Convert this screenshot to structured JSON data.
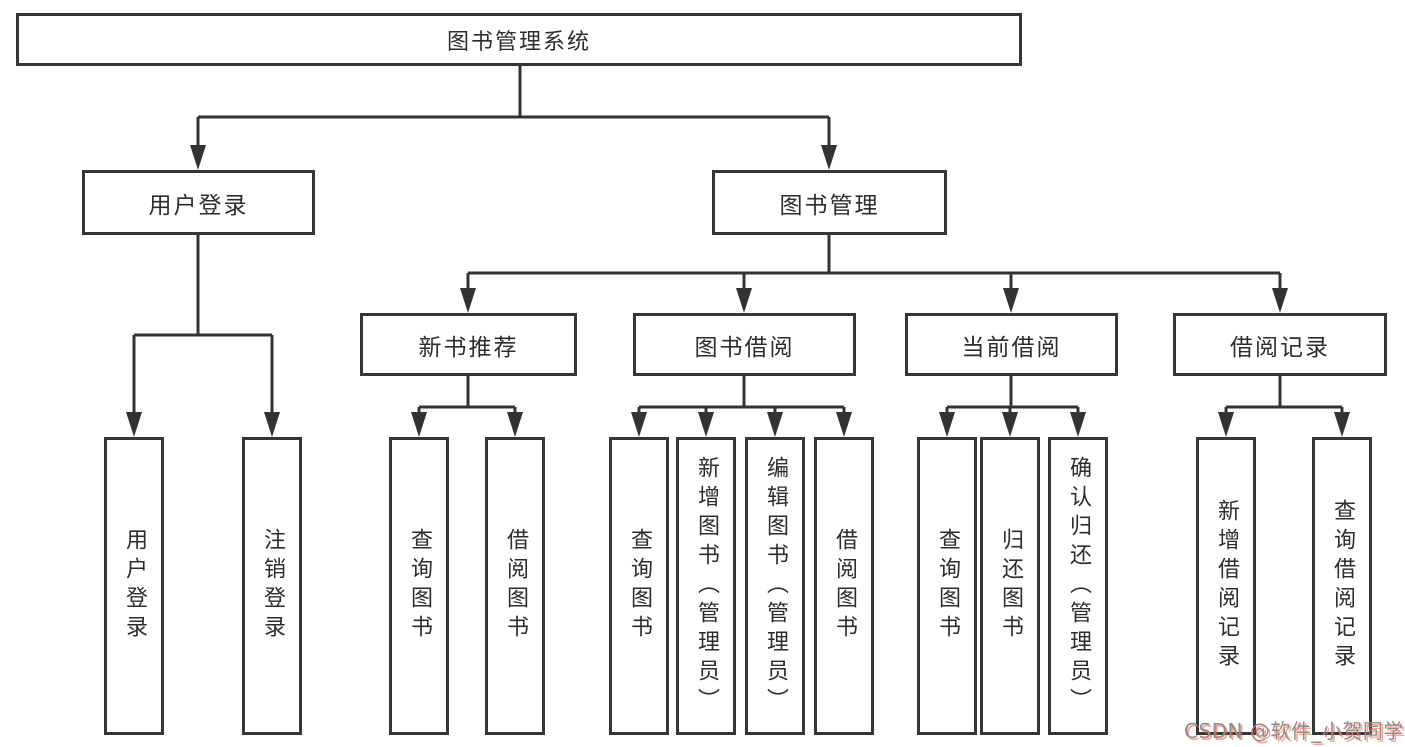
{
  "tree": {
    "label": "图书管理系统",
    "children": [
      {
        "label": "用户登录",
        "children": [
          {
            "label": "用户登录"
          },
          {
            "label": "注销登录"
          }
        ]
      },
      {
        "label": "图书管理",
        "children": [
          {
            "label": "新书推荐",
            "children": [
              {
                "label": "查询图书"
              },
              {
                "label": "借阅图书"
              }
            ]
          },
          {
            "label": "图书借阅",
            "children": [
              {
                "label": "查询图书"
              },
              {
                "label": "新增图书（管理员）"
              },
              {
                "label": "编辑图书（管理员）"
              },
              {
                "label": "借阅图书"
              }
            ]
          },
          {
            "label": "当前借阅",
            "children": [
              {
                "label": "查询图书"
              },
              {
                "label": "归还图书"
              },
              {
                "label": "确认归还（管理员）"
              }
            ]
          },
          {
            "label": "借阅记录",
            "children": [
              {
                "label": "新增借阅记录"
              },
              {
                "label": "查询借阅记录"
              }
            ]
          }
        ]
      }
    ]
  },
  "watermark": {
    "text": "CSDN @软件_小贺同学"
  },
  "colors": {
    "line": "#333333",
    "box_border": "#363636",
    "text": "#2d2d2d",
    "background": "#ffffff",
    "watermark_gray": "#8e8e8e",
    "watermark_red": "#fc5531"
  }
}
